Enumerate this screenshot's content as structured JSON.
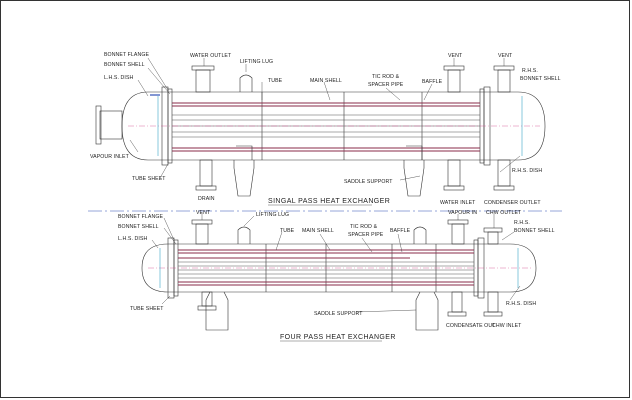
{
  "diagrams": [
    {
      "title": "SINGAL PASS HEAT EXCHANGER",
      "labels": {
        "bonnet_flange": "BONNET FLANGE",
        "bonnet_shell": "BONNET SHELL",
        "lhs_dish": "L.H.S. DISH",
        "water_outlet": "WATER OUTLET",
        "lifting_lug": "LIFTING LUG",
        "tube": "TUBE",
        "main_shell": "MAIN SHELL",
        "tie_rod_1": "TIC ROD &",
        "tie_rod_2": "SPACER PIPE",
        "baffle": "BAFFLE",
        "vent_left": "VENT",
        "vent_right": "VENT",
        "rhs_bonnet_1": "R.H.S.",
        "rhs_bonnet_2": "BONNET SHELL",
        "vapour_inlet": "VAPOUR INLET",
        "tube_sheet": "TUBE SHEET",
        "saddle_support": "SADDLE SUPPORT",
        "rhs_dish": "R.H.S. DISH",
        "drain": "DRAIN",
        "water_inlet": "WATER INLET",
        "condenser_outlet": "CONDENSER OUTLET"
      }
    },
    {
      "title": "FOUR PASS HEAT EXCHANGER",
      "labels": {
        "bonnet_flange": "BONNET FLANGE",
        "bonnet_shell": "BONNET SHELL",
        "lhs_dish": "L.H.S. DISH",
        "vent": "VENT",
        "lifting_lug": "LIFTING LUG",
        "tube": "TUBE",
        "main_shell": "MAIN SHELL",
        "tie_rod_1": "TIC ROD &",
        "tie_rod_2": "SPACER PIPE",
        "baffle": "BAFFLE",
        "vapour_in": "VAPOUR IN",
        "chw_outlet": "CHW OUTLET",
        "rhs_bonnet_1": "R.H.S.",
        "rhs_bonnet_2": "BONNET SHELL",
        "tube_sheet": "TUBE SHEET",
        "saddle_support": "SADDLE SUPPORT",
        "rhs_dish": "R.H.S. DISH",
        "condensate_out": "CONDENSATE OUT",
        "chw_inlet": "CHW INLET"
      }
    }
  ],
  "colors": {
    "line": "#333333",
    "tube_red": "#8a2b4a",
    "center_cyan": "#3aa7c8",
    "center_magenta": "#d04a8a",
    "blue_band": "#2f4fb5"
  }
}
